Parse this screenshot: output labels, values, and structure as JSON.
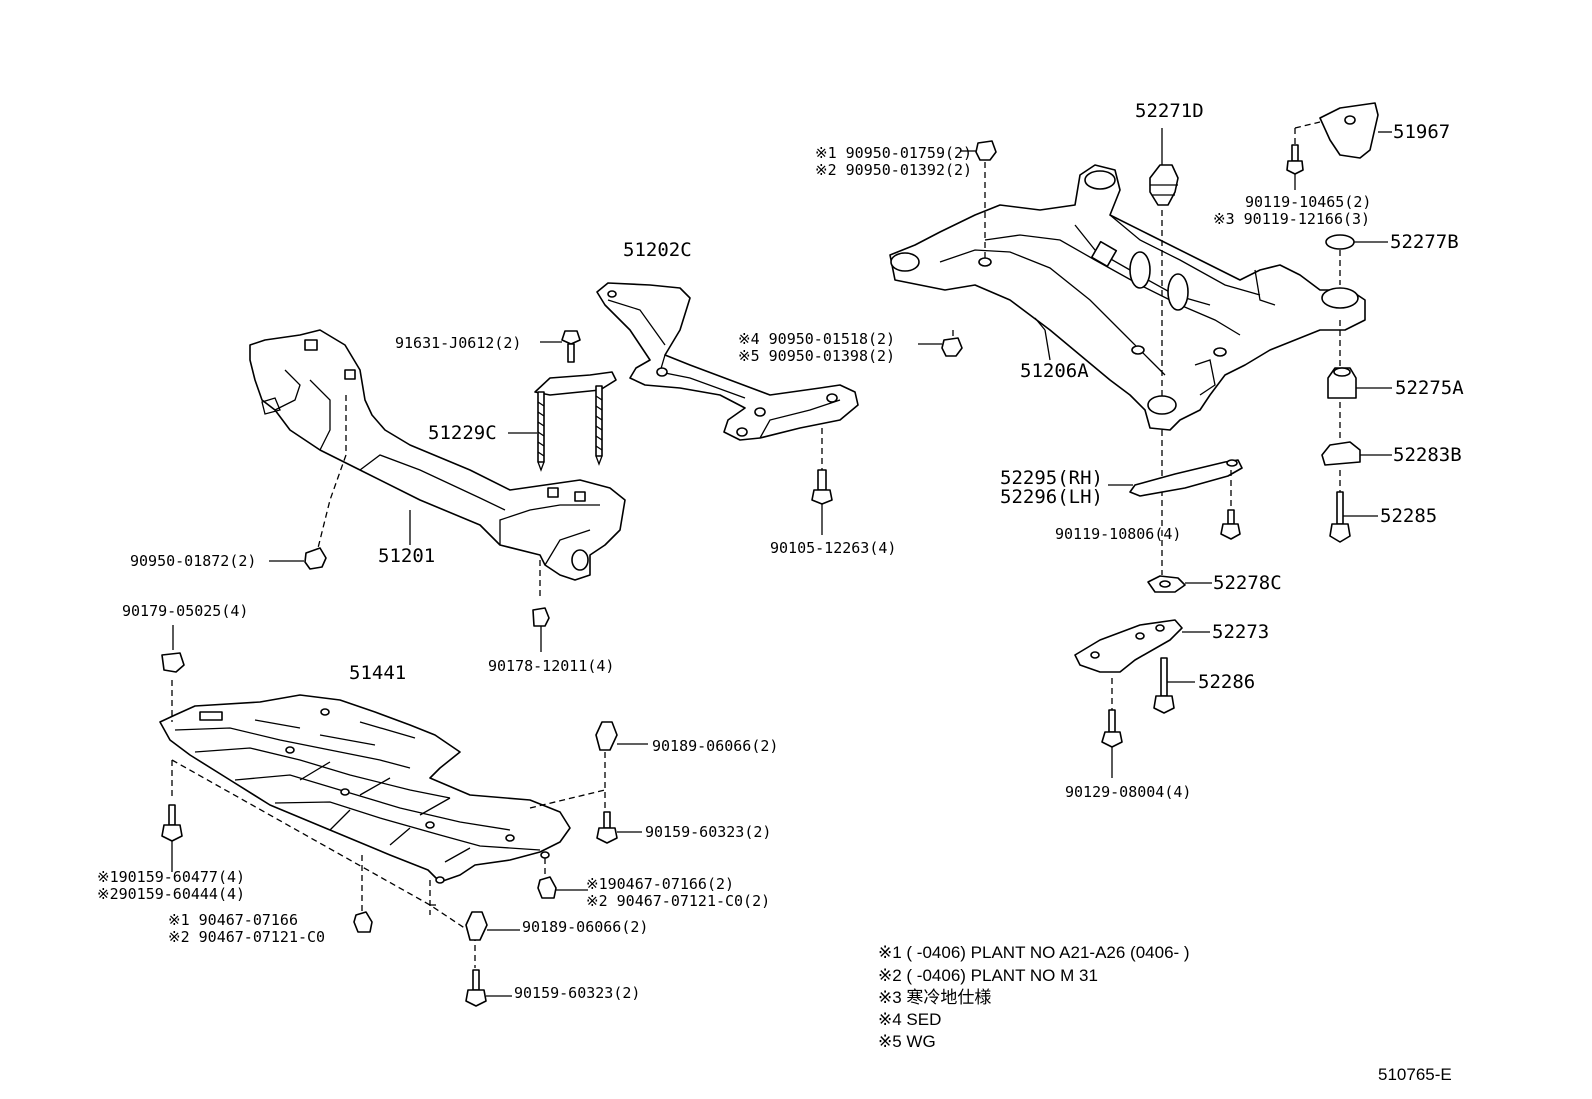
{
  "callouts": {
    "c_90950_01759": "※1 90950-01759(2)",
    "c_90950_01392": "※2 90950-01392(2)",
    "c_52271D": "52271D",
    "c_51967": "51967",
    "c_90119_10465": "90119-10465(2)",
    "c_90119_12166": "※3 90119-12166(3)",
    "c_52277B": "52277B",
    "c_51202C": "51202C",
    "c_91631": "91631-J0612(2)",
    "c_90950_01518": "※4 90950-01518(2)",
    "c_90950_01398": "※5 90950-01398(2)",
    "c_51206A": "51206A",
    "c_52275A": "52275A",
    "c_51229C": "51229C",
    "c_52283B": "52283B",
    "c_52295": "52295(RH)",
    "c_52296": "52296(LH)",
    "c_52285": "52285",
    "c_90119_10806": "90119-10806(4)",
    "c_90950_01872": "90950-01872(2)",
    "c_51201": "51201",
    "c_90105_12263": "90105-12263(4)",
    "c_52278C": "52278C",
    "c_90179_05025": "90179-05025(4)",
    "c_52273": "52273",
    "c_51441": "51441",
    "c_90178_12011": "90178-12011(4)",
    "c_52286": "52286",
    "c_90189_06066_a": "90189-06066(2)",
    "c_90129_08004": "90129-08004(4)",
    "c_90159_60323_a": "90159-60323(2)",
    "c_90159_60477": "※190159-60477(4)",
    "c_90159_60444": "※290159-60444(4)",
    "c_90467_07166_a": "※190467-07166(2)",
    "c_90467_07121_a": "※2 90467-07121-C0(2)",
    "c_90467_07166_b": "※1 90467-07166",
    "c_90467_07121_b": "※2 90467-07121-C0",
    "c_90189_06066_b": "90189-06066(2)",
    "c_90159_60323_b": "90159-60323(2)"
  },
  "notes": [
    "※1 (       -0406) PLANT NO A21-A26 (0406-        )",
    "※2 (       -0406) PLANT NO M 31",
    "※3 寒冷地仕様",
    "※4 SED",
    "※5 WG"
  ],
  "reference_code": "510765-E"
}
